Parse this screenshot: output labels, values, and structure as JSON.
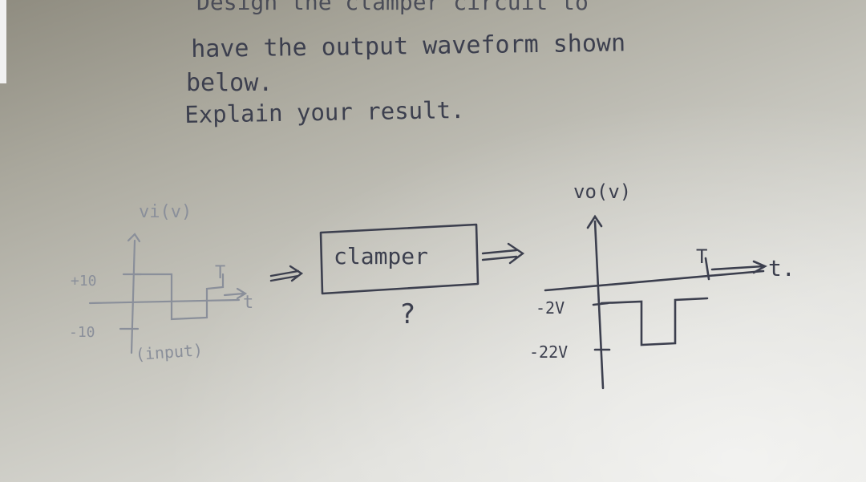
{
  "note": {
    "line_top": "Design the clamper circuit to",
    "line_1": "have   the output   waveform   shown",
    "line_2": "below.",
    "line_3": "Explain   your   result."
  },
  "input_graph": {
    "axis_label": "vi(v)",
    "pos_level": "+10",
    "neg_level": "-10",
    "period": "T",
    "time": "t",
    "caption": "(input)"
  },
  "block": {
    "label": "clamper",
    "question": "?"
  },
  "output_graph": {
    "axis_label": "vo(v)",
    "period": "T",
    "time": "t.",
    "level_high": "-2V",
    "level_low": "-22V"
  },
  "colors": {
    "ink": "#3c3f4e",
    "faded_ink": "#8a8f9a"
  }
}
